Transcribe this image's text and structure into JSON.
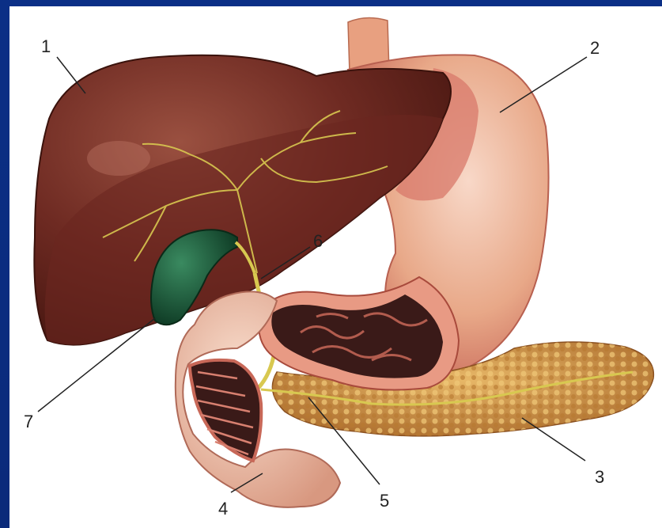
{
  "colors": {
    "background": "#0a2a7a",
    "liver": "#6e2a22",
    "gallbladder": "#1f5a3a",
    "stomach": "#e8a888",
    "pancreas": "#d9a04a",
    "duodenum": "#f0c8b0",
    "bile_duct": "#d8c850"
  },
  "labels": [
    {
      "text": "1"
    },
    {
      "text": "2"
    },
    {
      "text": "3"
    },
    {
      "text": "4"
    },
    {
      "text": "5"
    },
    {
      "text": "6"
    },
    {
      "text": "7"
    }
  ]
}
